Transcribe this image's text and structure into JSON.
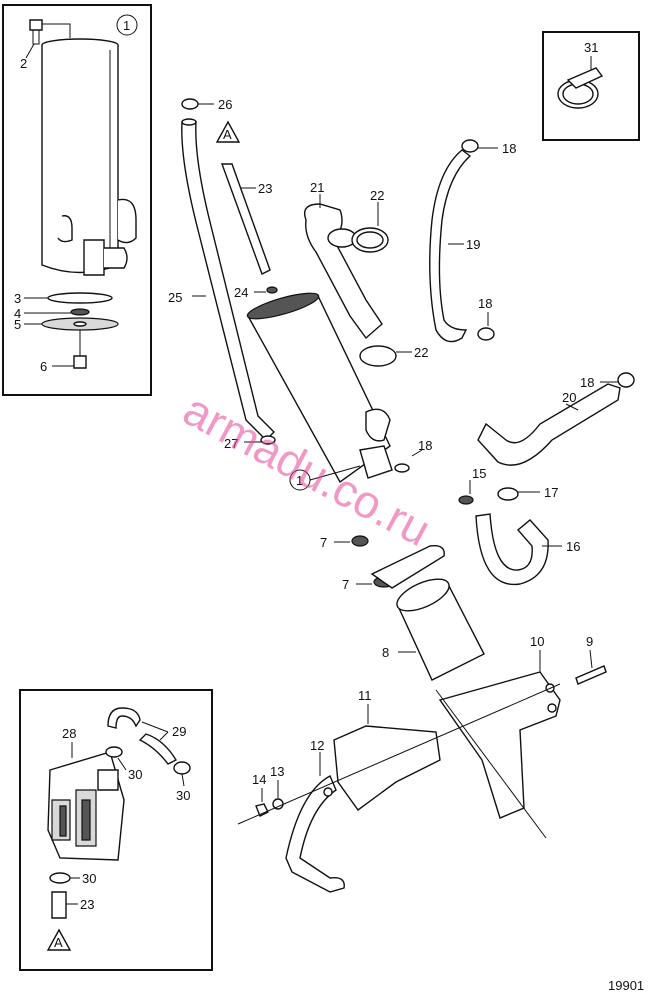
{
  "diagram": {
    "drawing_number": "19901",
    "watermark": "armadu.co.ru",
    "reference_letter": "A",
    "callouts": {
      "c1": "1",
      "c2": "2",
      "c3": "3",
      "c4": "4",
      "c5": "5",
      "c6": "6",
      "c7": "7",
      "c8": "8",
      "c9": "9",
      "c10": "10",
      "c11": "11",
      "c12": "12",
      "c13": "13",
      "c14": "14",
      "c15": "15",
      "c16": "16",
      "c17": "17",
      "c18": "18",
      "c19": "19",
      "c20": "20",
      "c21": "21",
      "c22": "22",
      "c23": "23",
      "c24": "24",
      "c25": "25",
      "c26": "26",
      "c27": "27",
      "c28": "28",
      "c29": "29",
      "c30": "30",
      "c31": "31"
    }
  }
}
